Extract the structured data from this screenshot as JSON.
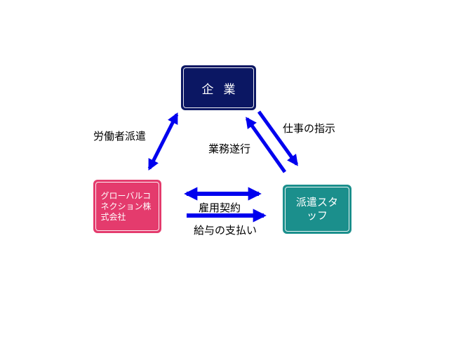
{
  "nodes": {
    "company": {
      "label": "企業",
      "color": "#0b1763"
    },
    "agency": {
      "label": "グローバルコネクション株式会社",
      "color": "#e43b6d"
    },
    "staff": {
      "label": "派遣スタッフ",
      "color": "#1b8f8c"
    }
  },
  "edges": {
    "agency_company": "労働者派遣",
    "company_to_staff": "仕事の指示",
    "staff_to_company": "業務遂行",
    "agency_staff_contract": "雇用契約",
    "agency_to_staff_pay": "給与の支払い"
  },
  "arrow_color": "#0000ee"
}
